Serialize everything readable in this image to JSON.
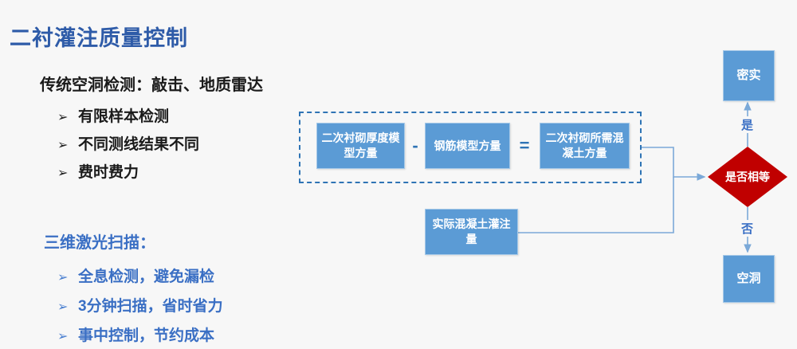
{
  "slide": {
    "title": "二衬灌注质量控制",
    "background_color": "#f7f7f7",
    "title_color": "#2e5ba8"
  },
  "left_panel": {
    "traditional": {
      "heading": "传统空洞检测：敲击、地质雷达",
      "color": "#1a1a1a",
      "bullet_glyph": "➢",
      "bullets": [
        "有限样本检测",
        "不同测线结果不同",
        "费时费力"
      ]
    },
    "laser": {
      "heading": "三维激光扫描：",
      "color": "#3a6fc4",
      "bullet_glyph": "➢",
      "bullets": [
        "全息检测，避免漏检",
        "3分钟扫描，省时省力",
        "事中控制，节约成本"
      ]
    }
  },
  "diagram": {
    "box_fill": "#5b9bd5",
    "box_border": "#a6c9e8",
    "dashed_border_color": "#2f74b5",
    "connector_color": "#7ba9d8",
    "formula": {
      "terms": [
        "二次衬砌厚度模型方量",
        "钢筋模型方量",
        "二次衬砌所需混凝土方量"
      ],
      "operators": [
        "-",
        "="
      ]
    },
    "actual_box": "实际混凝土灌注量",
    "decision": {
      "label": "是否相等",
      "fill": "#c00000",
      "text_color": "#ffffff"
    },
    "edges": [
      {
        "label": "是",
        "target": "密实"
      },
      {
        "label": "否",
        "target": "空洞"
      }
    ],
    "outcomes": {
      "yes_box": "密实",
      "no_box": "空洞"
    }
  }
}
